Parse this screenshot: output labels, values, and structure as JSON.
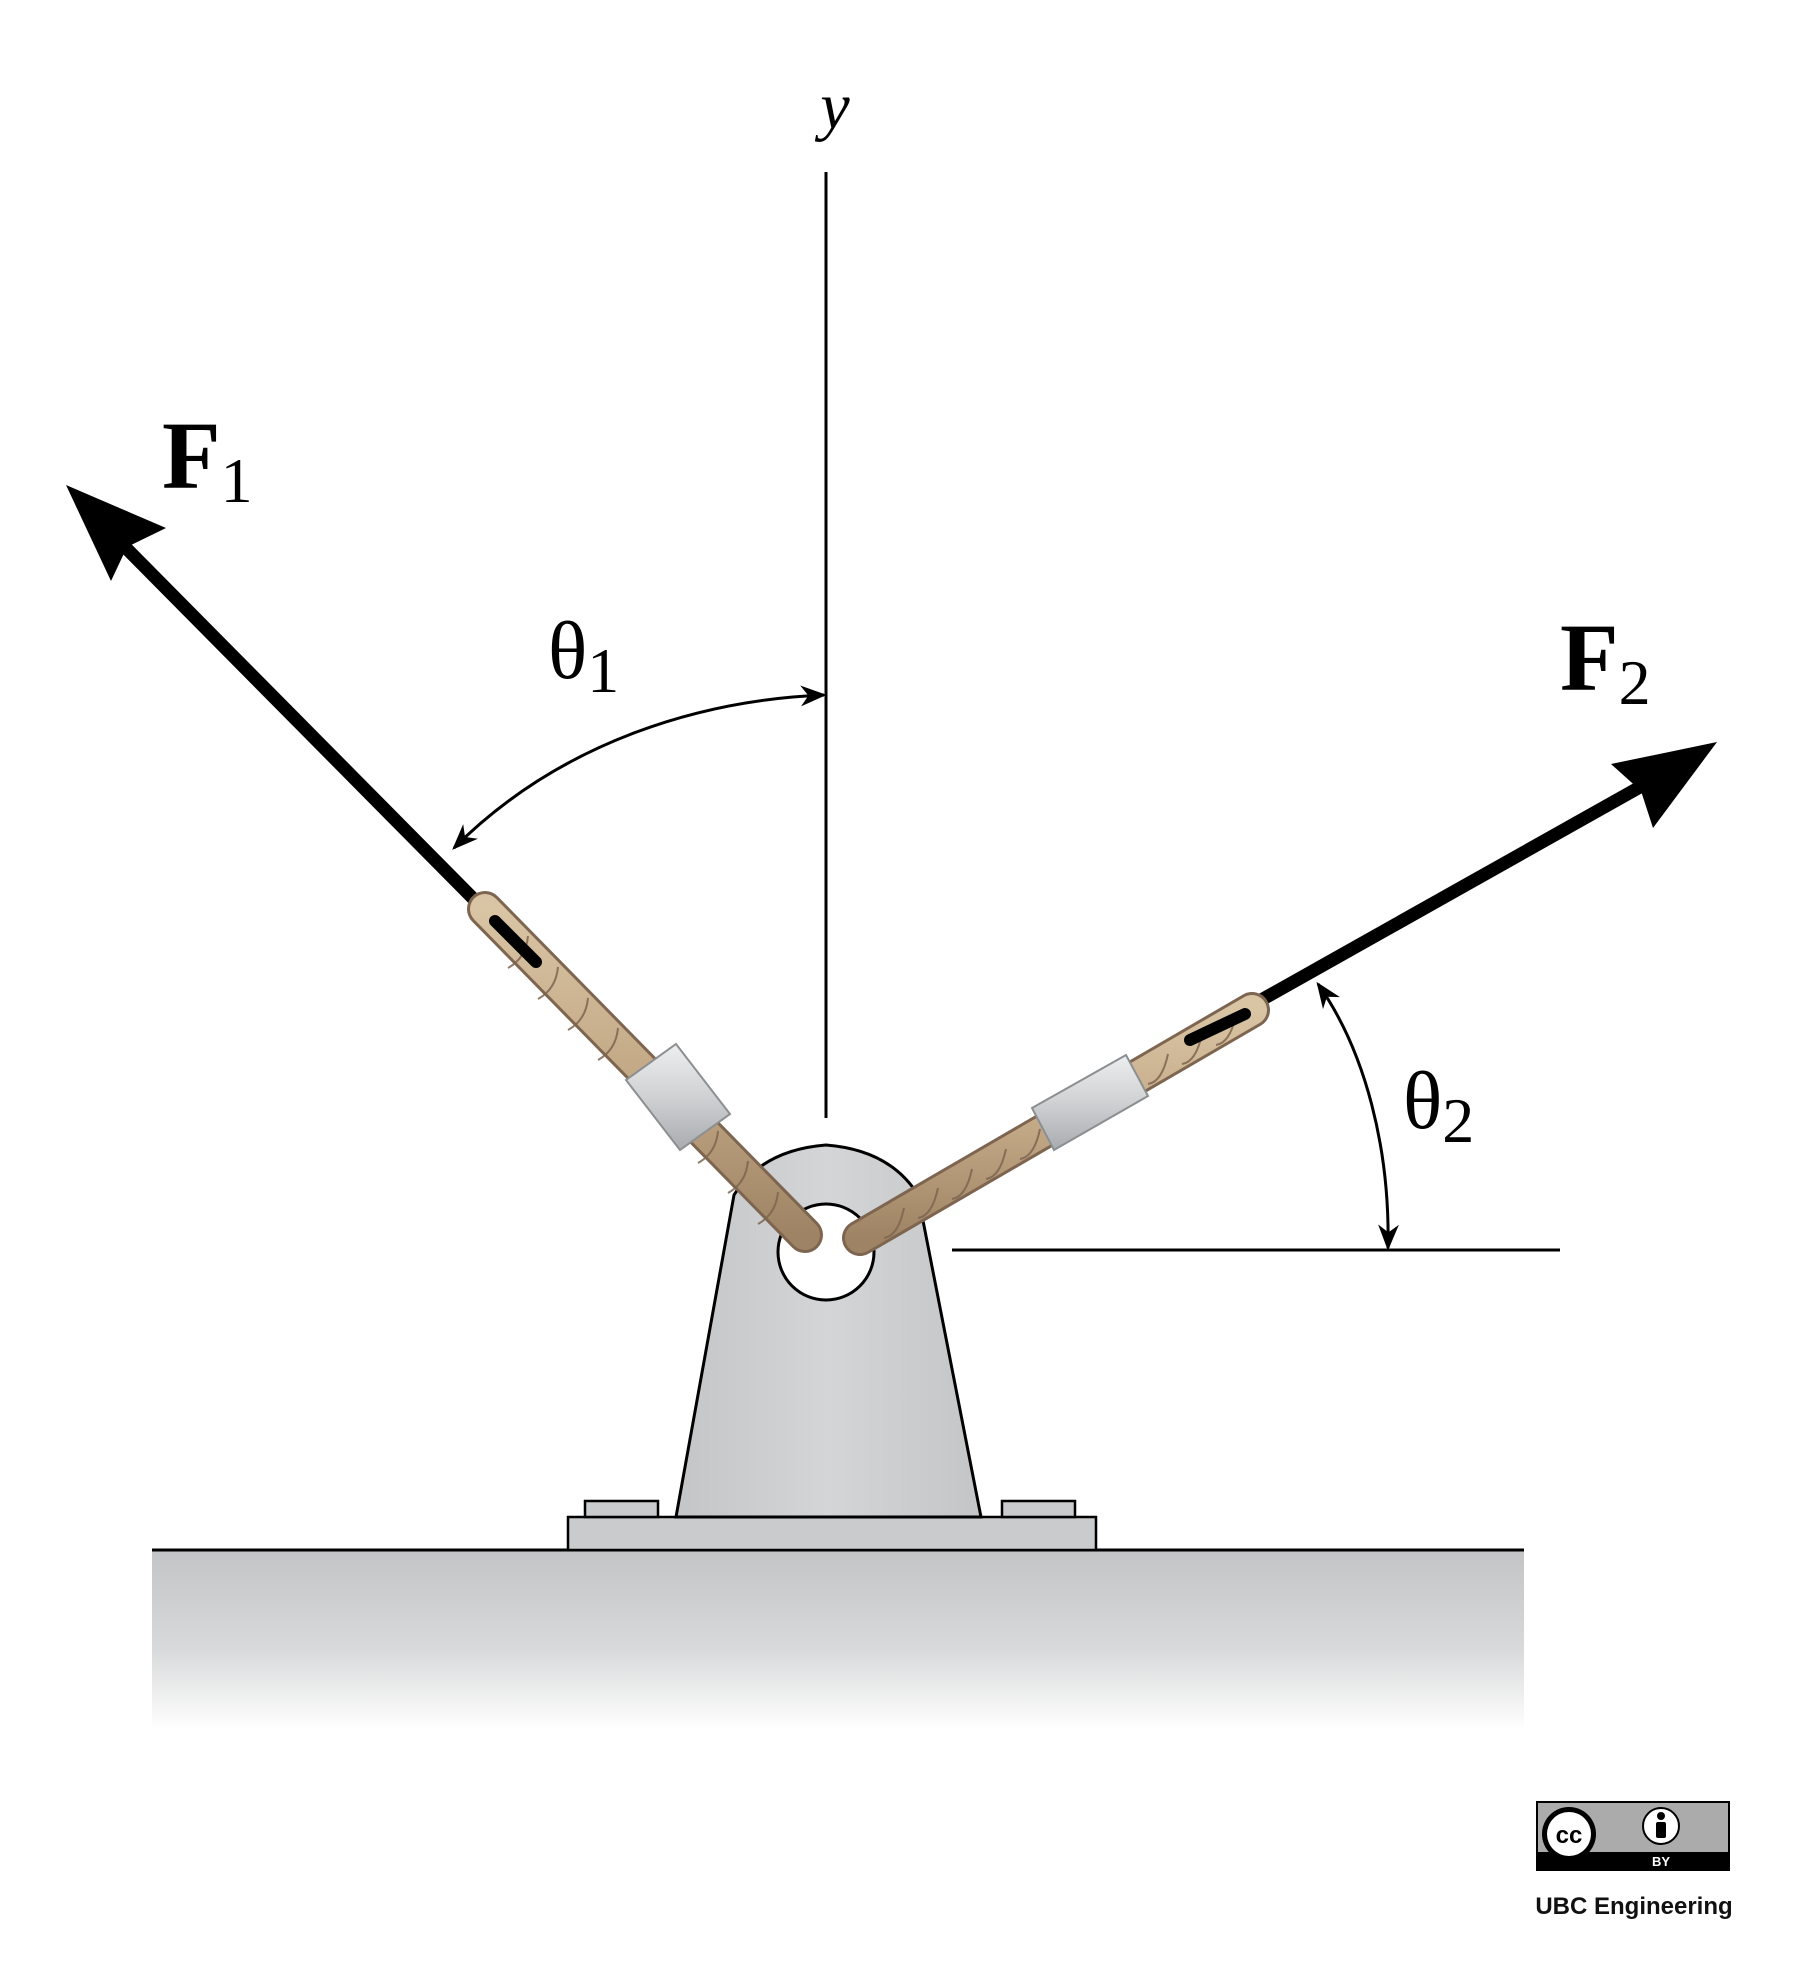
{
  "axis_label": "y",
  "force1": {
    "symbol": "F",
    "subscript": "1"
  },
  "force2": {
    "symbol": "F",
    "subscript": "2"
  },
  "angle1": {
    "symbol": "θ",
    "subscript": "1"
  },
  "angle2": {
    "symbol": "θ",
    "subscript": "2"
  },
  "license": {
    "badge_left": "cc",
    "badge_right": "BY",
    "credit": "UBC Engineering"
  },
  "colors": {
    "ink": "#000000",
    "bracket_fill": "#c9cbcd",
    "ground_top": "#c2c4c6",
    "rope": "#c8b08f",
    "rope_edge": "#7d6550",
    "sleeve": "#d4d6d8"
  },
  "icons": [
    "creative-commons-icon",
    "attribution-person-icon"
  ]
}
